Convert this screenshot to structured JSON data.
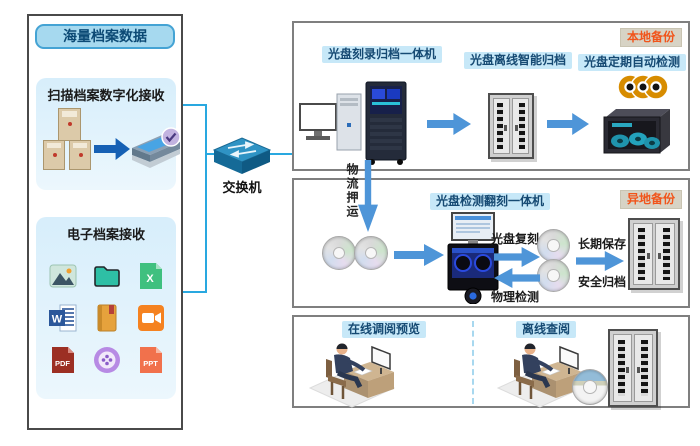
{
  "left_panel": {
    "header": "海量档案数据",
    "scan_section": {
      "title": "扫描档案数字化接收"
    },
    "digital_section": {
      "title": "电子档案接收",
      "word_letter": "W",
      "excel_letter": "X",
      "pdf_letter": "PDF",
      "ppt_letter": "PPT"
    }
  },
  "network": {
    "switch_label": "交换机"
  },
  "local_backup": {
    "badge": "本地备份",
    "burner_label": "光盘刻录归档一体机",
    "smart_archive_label": "光盘离线智能归档",
    "auto_detect_label": "光盘定期自动检测"
  },
  "transport": {
    "label": "物流押运"
  },
  "offsite_backup": {
    "badge": "异地备份",
    "machine_label": "光盘检测翻刻一体机",
    "copy_label": "光盘复刻",
    "physical_check_label": "物理检测",
    "long_term_label": "长期保存",
    "secure_archive_label": "安全归档"
  },
  "access": {
    "online_label": "在线调阅预览",
    "offline_label": "离线查阅"
  },
  "colors": {
    "connector_blue": "#29a8e0",
    "arrow_blue": "#4e95d8",
    "dark_arrow_blue": "#1660b4",
    "label_bg": "#c7e8f8",
    "label_text": "#164a73",
    "badge_text": "#f1541a",
    "header_bg": "#a6d9ef"
  }
}
